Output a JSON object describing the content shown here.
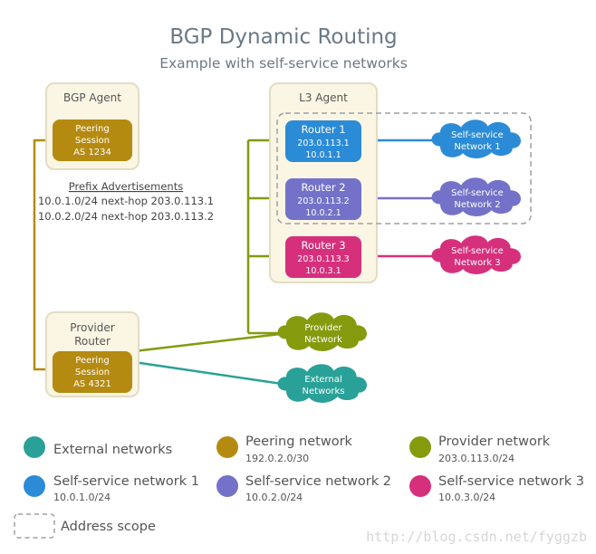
{
  "header": {
    "title": "BGP Dynamic Routing",
    "subtitle": "Example with self-service networks"
  },
  "bgp_agent": {
    "title": "BGP Agent",
    "session": [
      "Peering",
      "Session",
      "AS 1234"
    ]
  },
  "l3_agent": {
    "title": "L3 Agent",
    "routers": [
      {
        "name": "Router 1",
        "ip1": "203.0.113.1",
        "ip2": "10.0.1.1"
      },
      {
        "name": "Router 2",
        "ip1": "203.0.113.2",
        "ip2": "10.0.2.1"
      },
      {
        "name": "Router 3",
        "ip1": "203.0.113.3",
        "ip2": "10.0.3.1"
      }
    ]
  },
  "prefix_ads": {
    "title": "Prefix Advertisements",
    "lines": [
      "10.0.1.0/24 next-hop 203.0.113.1",
      "10.0.2.0/24 next-hop 203.0.113.2"
    ]
  },
  "provider_router": {
    "title": [
      "Provider",
      "Router"
    ],
    "session": [
      "Peering",
      "Session",
      "AS 4321"
    ]
  },
  "clouds": {
    "self1": [
      "Self-service",
      "Network 1"
    ],
    "self2": [
      "Self-service",
      "Network 2"
    ],
    "self3": [
      "Self-service",
      "Network 3"
    ],
    "provider": [
      "Provider",
      "Network"
    ],
    "external": [
      "External",
      "Networks"
    ]
  },
  "legend": {
    "external": {
      "label": "External networks",
      "sub": ""
    },
    "peering": {
      "label": "Peering network",
      "sub": "192.0.2.0/30"
    },
    "provider": {
      "label": "Provider network",
      "sub": "203.0.113.0/24"
    },
    "self1": {
      "label": "Self-service network 1",
      "sub": "10.0.1.0/24"
    },
    "self2": {
      "label": "Self-service network 2",
      "sub": "10.0.2.0/24"
    },
    "self3": {
      "label": "Self-service network 3",
      "sub": "10.0.3.0/24"
    },
    "scope": {
      "label": "Address scope"
    }
  },
  "watermark": "http://blog.csdn.net/fyggzb",
  "colors": {
    "external": "#2aa198",
    "peering": "#b58a10",
    "provider": "#869a0e",
    "self1": "#2b8bd6",
    "self2": "#7372c8",
    "self3": "#d6307c",
    "box_fill": "#fbf6e4",
    "box_stroke": "#e3dcc4"
  }
}
